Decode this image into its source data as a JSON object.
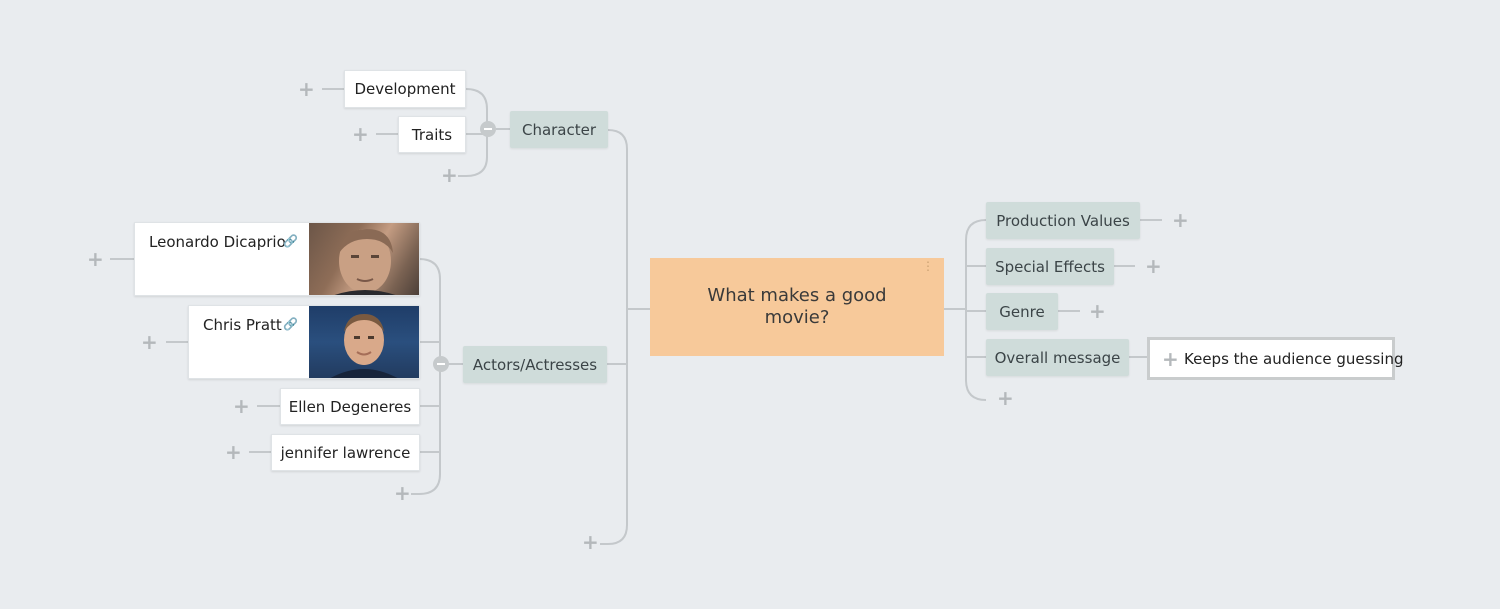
{
  "central": {
    "label": "What makes a good movie?"
  },
  "left": {
    "character": {
      "label": "Character",
      "children": [
        {
          "label": "Development"
        },
        {
          "label": "Traits"
        }
      ]
    },
    "actors": {
      "label": "Actors/Actresses",
      "children": [
        {
          "label": "Leonardo Dicaprio",
          "has_attachment": true,
          "photo": "leonardo-photo"
        },
        {
          "label": "Chris Pratt",
          "has_attachment": true,
          "photo": "chris-photo"
        },
        {
          "label": "Ellen Degeneres"
        },
        {
          "label": "jennifer lawrence"
        }
      ]
    }
  },
  "right": {
    "branches": [
      {
        "label": "Production Values"
      },
      {
        "label": "Special Effects"
      },
      {
        "label": "Genre"
      },
      {
        "label": "Overall message",
        "children": [
          {
            "label": "Keeps the audience guessing"
          }
        ]
      }
    ]
  },
  "icons": {
    "add": "+",
    "attachment": "🔗",
    "menu": "⋮"
  },
  "colors": {
    "background": "#e9ecef",
    "central": "#f7c99a",
    "branch": "#cfdcda",
    "leaf": "#ffffff",
    "connector": "#c4c8cb"
  }
}
